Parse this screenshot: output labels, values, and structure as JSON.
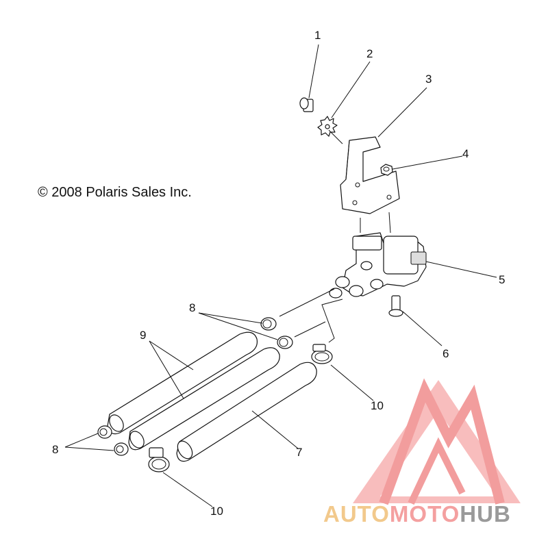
{
  "copyright": "© 2008 Polaris Sales Inc.",
  "callouts": {
    "c1": "1",
    "c2": "2",
    "c3": "3",
    "c4": "4",
    "c5": "5",
    "c6": "6",
    "c7": "7",
    "c8a": "8",
    "c8b": "8",
    "c9": "9",
    "c10a": "10",
    "c10b": "10"
  },
  "watermark": {
    "part1": "AUTO",
    "part2": "MOTO",
    "part3": "HUB",
    "color_auto": "#f2c98c",
    "color_moto": "#f4a0a0",
    "color_hub": "#9a9a9a",
    "logo_color": "#f08a8a"
  }
}
